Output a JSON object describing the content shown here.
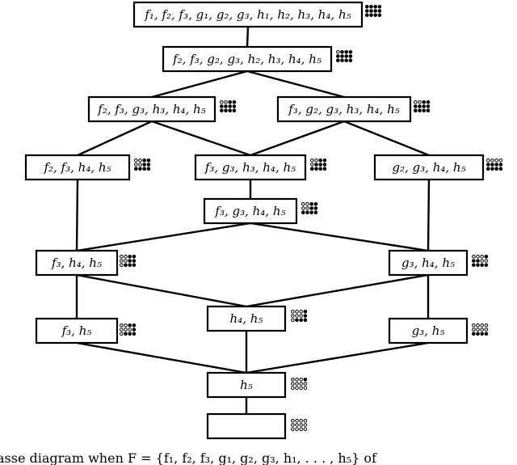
{
  "diagram": {
    "nodes": [
      {
        "id": "n0",
        "label": "f₁, f₂, f₃, g₁, g₂, g₃, h₁, h₂, h₃, h₄, h₅",
        "pattern": [
          1,
          1,
          1,
          1,
          1,
          1,
          1,
          1,
          1,
          1,
          1,
          1
        ]
      },
      {
        "id": "n1",
        "label": "f₂, f₃, g₂, g₃, h₂, h₃, h₄, h₅",
        "pattern": [
          0,
          1,
          1,
          1,
          1,
          1,
          1,
          1,
          1,
          1,
          1,
          1
        ]
      },
      {
        "id": "n2a",
        "label": "f₂, f₃, g₃, h₃, h₄, h₅",
        "pattern": [
          0,
          0,
          1,
          1,
          1,
          1,
          1,
          1,
          1,
          1,
          1,
          1
        ]
      },
      {
        "id": "n2b",
        "label": "f₃, g₂, g₃, h₃, h₄, h₅",
        "pattern": [
          0,
          0,
          1,
          1,
          1,
          1,
          1,
          1,
          1,
          1,
          1,
          1
        ]
      },
      {
        "id": "n3a",
        "label": "f₂, f₃, h₄, h₅",
        "pattern": [
          0,
          0,
          1,
          1,
          0,
          0,
          1,
          1,
          1,
          1,
          1,
          1
        ]
      },
      {
        "id": "n3b",
        "label": "f₃, g₃, h₃, h₄, h₅",
        "pattern": [
          0,
          0,
          1,
          1,
          0,
          1,
          1,
          1,
          1,
          1,
          1,
          1
        ]
      },
      {
        "id": "n3c",
        "label": "g₂, g₃, h₄, h₅",
        "pattern": [
          0,
          0,
          0,
          0,
          1,
          1,
          1,
          1,
          1,
          1,
          1,
          1
        ]
      },
      {
        "id": "n4",
        "label": "f₃, g₃, h₄, h₅",
        "pattern": [
          0,
          0,
          1,
          1,
          0,
          0,
          1,
          1,
          1,
          1,
          1,
          1
        ]
      },
      {
        "id": "n5a",
        "label": "f₃, h₄, h₅",
        "pattern": [
          0,
          0,
          1,
          1,
          0,
          0,
          1,
          1,
          0,
          1,
          1,
          1
        ]
      },
      {
        "id": "n5b",
        "label": "g₃, h₄, h₅",
        "pattern": [
          0,
          0,
          0,
          1,
          1,
          1,
          0,
          0,
          1,
          1,
          1,
          1
        ]
      },
      {
        "id": "n6",
        "label": "h₄, h₅",
        "pattern": [
          0,
          0,
          0,
          1,
          0,
          0,
          0,
          1,
          0,
          1,
          1,
          1
        ]
      },
      {
        "id": "n7a",
        "label": "f₃, h₅",
        "pattern": [
          0,
          0,
          1,
          1,
          0,
          0,
          0,
          1,
          0,
          1,
          1,
          1
        ]
      },
      {
        "id": "n7b",
        "label": "g₃, h₅",
        "pattern": [
          0,
          0,
          0,
          0,
          0,
          0,
          0,
          0,
          1,
          1,
          1,
          1
        ]
      },
      {
        "id": "n8",
        "label": "h₅",
        "pattern": [
          0,
          0,
          0,
          1,
          0,
          0,
          0,
          0,
          0,
          0,
          0,
          0
        ]
      },
      {
        "id": "n9",
        "label": "",
        "pattern": [
          0,
          0,
          0,
          0,
          0,
          0,
          0,
          0,
          0,
          0,
          0,
          0
        ]
      }
    ],
    "edges": [
      [
        "n0",
        "n1"
      ],
      [
        "n1",
        "n2a"
      ],
      [
        "n1",
        "n2b"
      ],
      [
        "n2a",
        "n3a"
      ],
      [
        "n2a",
        "n3b"
      ],
      [
        "n2b",
        "n3b"
      ],
      [
        "n2b",
        "n3c"
      ],
      [
        "n3b",
        "n4"
      ],
      [
        "n3a",
        "n5a"
      ],
      [
        "n4",
        "n5a"
      ],
      [
        "n4",
        "n5b"
      ],
      [
        "n3c",
        "n5b"
      ],
      [
        "n5a",
        "n6"
      ],
      [
        "n5b",
        "n6"
      ],
      [
        "n5a",
        "n7a"
      ],
      [
        "n5b",
        "n7b"
      ],
      [
        "n7a",
        "n8"
      ],
      [
        "n6",
        "n8"
      ],
      [
        "n7b",
        "n8"
      ],
      [
        "n8",
        "n9"
      ]
    ]
  },
  "caption": "asse diagram when  F  =  {f₁, f₂, f₃, g₁, g₂, g₃, h₁, . . . , h₅}  of"
}
